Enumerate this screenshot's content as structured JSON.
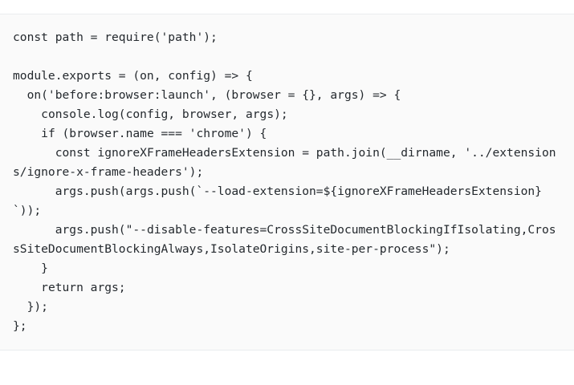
{
  "page": {
    "background_color": "#ffffff"
  },
  "code_block": {
    "name": "javascript-code-snippet",
    "language": "javascript",
    "background_color": "#fafafa",
    "border_color": "#eaecef",
    "text_color": "#24292e",
    "wrap_mode": "pre-wrap",
    "lines": [
      "const path = require('path');",
      "",
      "module.exports = (on, config) => {",
      "  on('before:browser:launch', (browser = {}, args) => {",
      "    console.log(config, browser, args);",
      "    if (browser.name === 'chrome') {",
      "      const ignoreXFrameHeadersExtension = path.join(__dirname, '../extensions/ignore-x-frame-headers');",
      "      args.push(args.push(`--load-extension=${ignoreXFrameHeadersExtension}`));",
      "      args.push(\"--disable-features=CrossSiteDocumentBlockingIfIsolating,CrossSiteDocumentBlockingAlways,IsolateOrigins,site-per-process\");",
      "    }",
      "    return args;",
      "  });",
      "};"
    ]
  }
}
